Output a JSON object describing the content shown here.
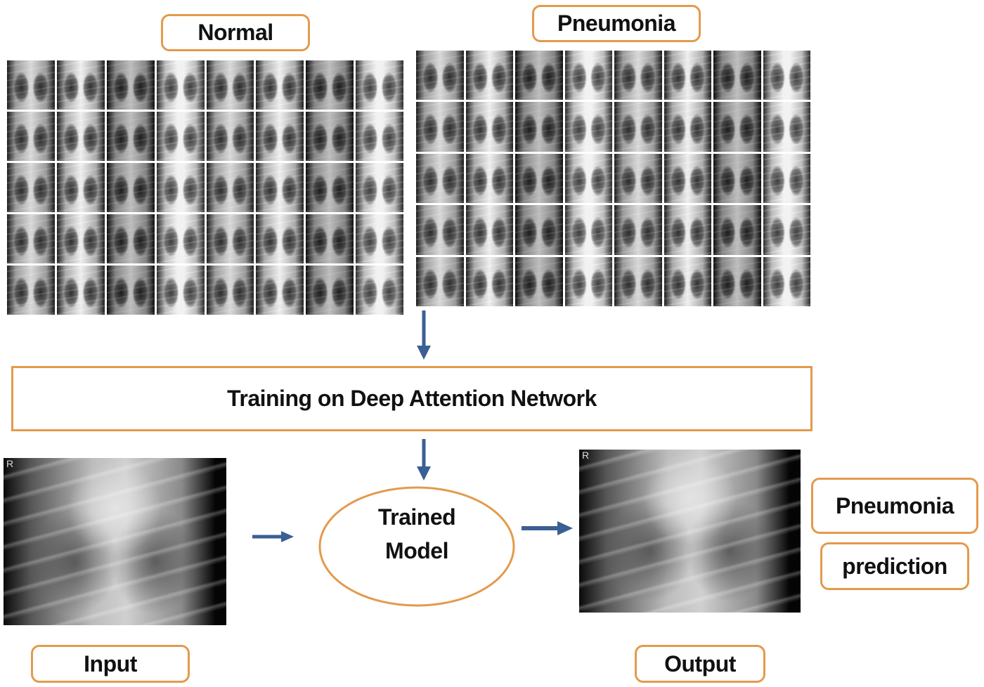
{
  "labels": {
    "normal": "Normal",
    "pneumonia_top": "Pneumonia",
    "training": "Training on Deep Attention Network",
    "trained_model_line1": "Trained",
    "trained_model_line2": "Model",
    "result_class": "Pneumonia",
    "result_prediction": "prediction",
    "input": "Input",
    "output": "Output"
  },
  "xray_markers": {
    "input": "R",
    "output": "R"
  },
  "colors": {
    "box_border": "#e39a4c",
    "arrow": "#3a5f93",
    "text": "#111111"
  },
  "grids": {
    "normal": {
      "rows": 5,
      "cols": 8
    },
    "pneumonia": {
      "rows": 5,
      "cols": 8
    }
  }
}
